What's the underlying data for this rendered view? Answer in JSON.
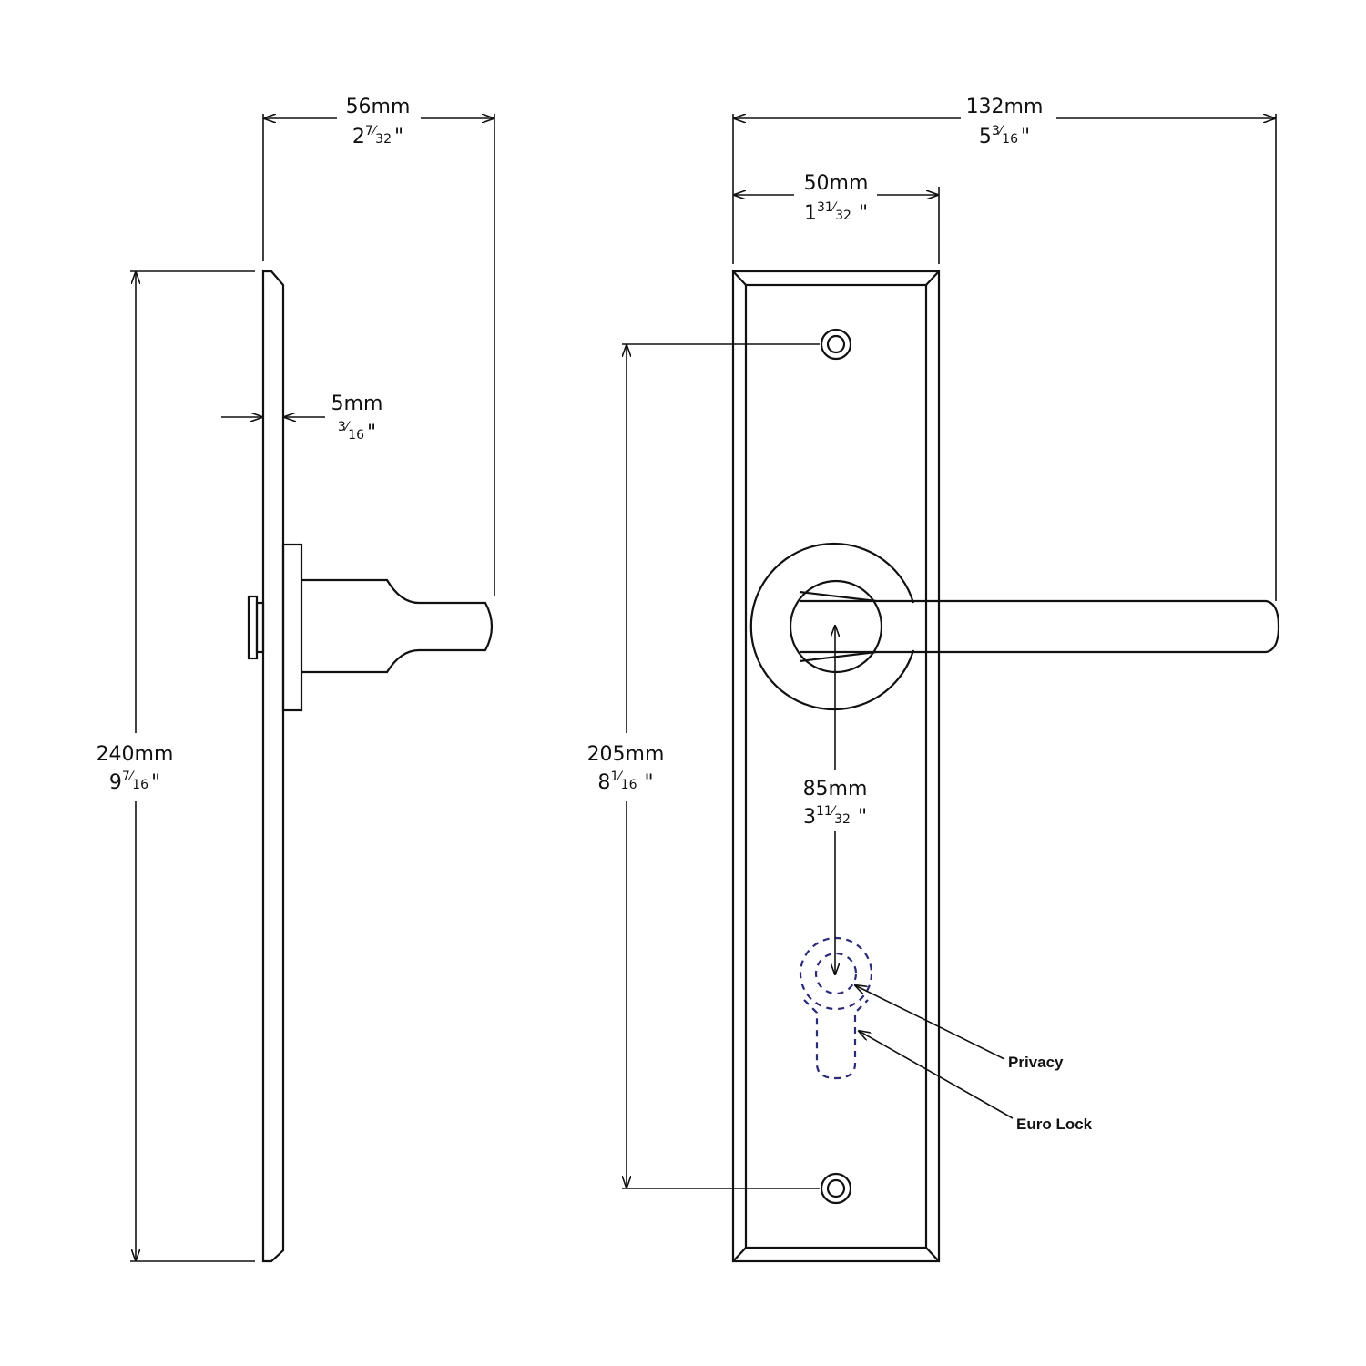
{
  "colors": {
    "line": "#111111",
    "dashed": "#2b2a7a",
    "background": "#ffffff"
  },
  "dimensions": {
    "side_width": {
      "mm": "56mm",
      "inch_whole": "2",
      "inch_num": "7",
      "inch_den": "32",
      "inch_mark": "\""
    },
    "thickness": {
      "mm": "5mm",
      "inch_whole": "",
      "inch_num": "3",
      "inch_den": "16",
      "inch_mark": "\""
    },
    "height": {
      "mm": "240mm",
      "inch_whole": "9",
      "inch_num": "7",
      "inch_den": "16",
      "inch_mark": "\""
    },
    "total_width": {
      "mm": "132mm",
      "inch_whole": "5",
      "inch_num": "3",
      "inch_den": "16",
      "inch_mark": "\""
    },
    "plate_width": {
      "mm": "50mm",
      "inch_whole": "1",
      "inch_num": "31",
      "inch_den": "32",
      "inch_mark": "\""
    },
    "fixing_centres": {
      "mm": "205mm",
      "inch_whole": "8",
      "inch_num": "1",
      "inch_den": "16",
      "inch_mark": "\""
    },
    "backset": {
      "mm": "85mm",
      "inch_whole": "3",
      "inch_num": "11",
      "inch_den": "32",
      "inch_mark": "\""
    }
  },
  "callouts": {
    "privacy": "Privacy",
    "euro_lock": "Euro Lock"
  }
}
